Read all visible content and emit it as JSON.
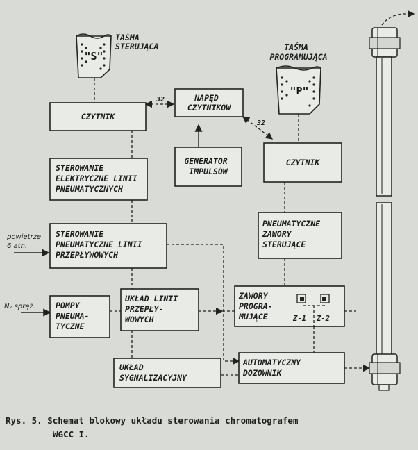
{
  "blocks": {
    "tasma_s_label": [
      "TAŚMA",
      "STERUJĄCA"
    ],
    "tasma_s_mark": "\"S\"",
    "tasma_p_label": [
      "TAŚMA",
      "PROGRAMUJĄCA"
    ],
    "tasma_p_mark": "\"P\"",
    "czytnik_left": [
      "CZYTNIK"
    ],
    "naped": [
      "NAPĘD",
      "CZYTNIKÓW"
    ],
    "czytnik_right": [
      "CZYTNIK"
    ],
    "generator": [
      "GENERATOR",
      "IMPULSÓW"
    ],
    "ster_elektryczne": [
      "STEROWANIE",
      "ELEKTRYCZNE LINII",
      "PNEUMATYCZNYCH"
    ],
    "pneum_zawory": [
      "PNEUMATYCZNE",
      "ZAWORY",
      "STERUJĄCE"
    ],
    "ster_pneumatyczne": [
      "STEROWANIE",
      "PNEUMATYCZNE LINII",
      "PRZEPŁYWOWYCH"
    ],
    "pompy": [
      "POMPY",
      "PNEUMA-",
      "TYCZNE"
    ],
    "uklad_linii": [
      "UKŁAD LINII",
      "PRZEPŁY-",
      "WOWYCH"
    ],
    "zawory_prog": [
      "ZAWORY",
      "PROGRA-",
      "MUJĄCE"
    ],
    "z_labels": [
      "Z-1",
      "Z-2"
    ],
    "uklad_sygn": [
      "UKŁAD",
      "SYGNALIZACYJNY"
    ],
    "dozownik": [
      "AUTOMATYCZNY",
      "DOZOWNIK"
    ]
  },
  "labels": {
    "link_32_a": "32",
    "link_32_b": "32",
    "powietrze": [
      "powietrze",
      "6 atn."
    ],
    "n2": "N₂ spręż."
  },
  "caption": {
    "line1": "Rys. 5. Schemat blokowy układu sterowania chromatografem",
    "line2": "WGCC I."
  }
}
